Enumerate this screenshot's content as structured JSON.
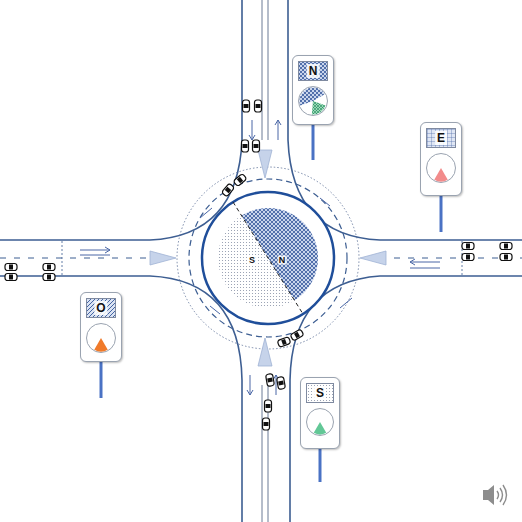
{
  "diagram": {
    "nodes": [
      {
        "text": [
          "N"
        ]
      },
      {
        "text": [
          "E"
        ]
      },
      {
        "text": [
          "S",
          "N"
        ]
      },
      {
        "text": [
          "O"
        ]
      },
      {
        "text": [
          "S"
        ]
      }
    ]
  }
}
